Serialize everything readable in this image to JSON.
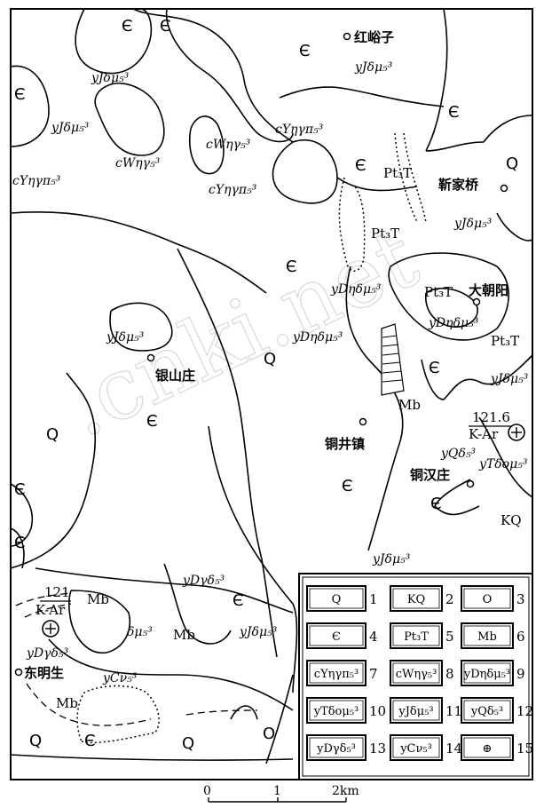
{
  "watermark": ".cnki.net",
  "symbols": {
    "cambrian": "Є",
    "quaternary": "Q",
    "kq": "KQ",
    "pt3t": "Pt₃T",
    "mb": "Mb",
    "o": "O"
  },
  "places": {
    "hongyuzi": "红峪子",
    "jinjiaqiao": "靳家桥",
    "dachaoyang": "大朝阳",
    "yinshanzhuang": "银山庄",
    "tongjingzhen": "铜井镇",
    "tonghanzhuang": "铜汉庄",
    "dongmingsheng": "东明生"
  },
  "rock_labels": {
    "yJ": "yJδμ₅³",
    "cWe": "cWηγ₅³",
    "cYe": "cYηγπ₅³",
    "yDe": "yDηδμ₅³",
    "yQ": "yQδ₅³",
    "yT": "yTδομ₅³",
    "yDg": "yDγδ₅³",
    "yC": "yCν₅³",
    "dm": "δμ₅³"
  },
  "dating": [
    {
      "age": "121.6",
      "method": "K-Ar"
    },
    {
      "age": "121",
      "method": "K-Ar"
    }
  ],
  "legend": {
    "items": [
      {
        "num": "1",
        "text": "Q"
      },
      {
        "num": "2",
        "text": "KQ"
      },
      {
        "num": "3",
        "text": "O"
      },
      {
        "num": "4",
        "text": "Є"
      },
      {
        "num": "5",
        "text": "Pt₃T"
      },
      {
        "num": "6",
        "text": "Mb"
      },
      {
        "num": "7",
        "text": "cYηγπ₅³"
      },
      {
        "num": "8",
        "text": "cWηγ₅³"
      },
      {
        "num": "9",
        "text": "yDηδμ₅³"
      },
      {
        "num": "10",
        "text": "yTδομ₅³"
      },
      {
        "num": "11",
        "text": "yJδμ₅³"
      },
      {
        "num": "12",
        "text": "yQδ₅³"
      },
      {
        "num": "13",
        "text": "yDγδ₅³"
      },
      {
        "num": "14",
        "text": "yCν₅³"
      },
      {
        "num": "15",
        "text": "⊕"
      }
    ]
  },
  "scale": {
    "ticks": [
      "0",
      "1",
      "2km"
    ]
  }
}
